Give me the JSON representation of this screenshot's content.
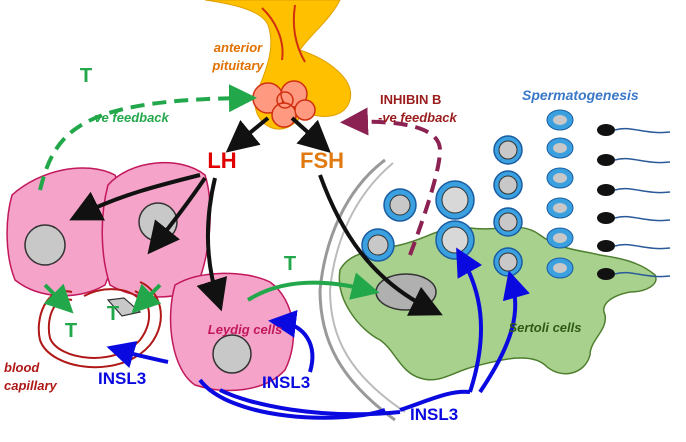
{
  "labels": {
    "anterior_pituitary_line1": "anterior",
    "anterior_pituitary_line2": "pituitary",
    "t_feedback_hormone": "T",
    "t_feedback_text": "-ve feedback",
    "inhibin_title": "INHIBIN B",
    "inhibin_feedback_text": "-ve feedback",
    "spermatogenesis": "Spermatogenesis",
    "lh": "LH",
    "fsh": "FSH",
    "t_to_sertoli": "T",
    "t_capillary_left": "T",
    "t_capillary_right": "T",
    "leydig_cells": "Leydig cells",
    "sertoli_cells": "Sertoli cells",
    "blood_capillary_line1": "blood",
    "blood_capillary_line2": "capillary",
    "insl3_left": "INSL3",
    "insl3_middle": "INSL3",
    "insl3_bottom": "INSL3"
  },
  "colors": {
    "pituitary_fill": "#ffc000",
    "pituitary_cells": "#ff9a80",
    "pituitary_outline": "#d03010",
    "anterior_text": "#e07000",
    "testosterone_green": "#22a84a",
    "inhibin_purple": "#8b2252",
    "inhibin_text": "#9a1c1c",
    "lh_red": "#e00000",
    "fsh_orange": "#e07a10",
    "leydig_pink": "#f5a3c8",
    "leydig_outline": "#c2185b",
    "sertoli_green": "#a9d18e",
    "sertoli_outline": "#4e7f2e",
    "germ_blue": "#3aa0e0",
    "insl3_blue": "#0a0ae0",
    "capillary_red": "#b01818",
    "spermatogenesis_blue": "#3a78c8"
  }
}
